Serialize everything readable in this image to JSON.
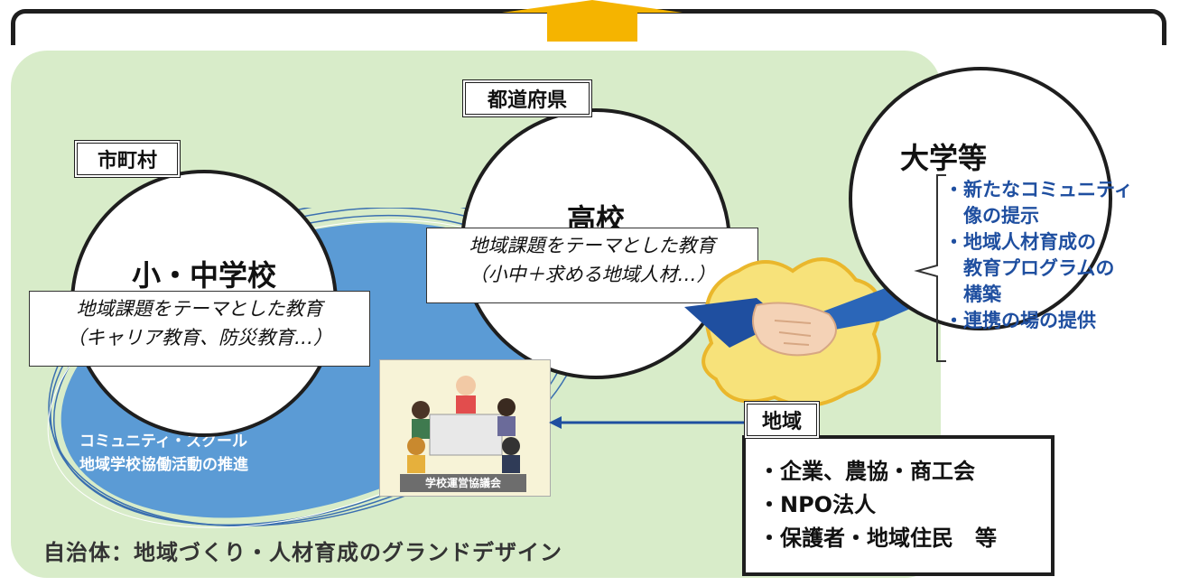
{
  "tags": {
    "municipality": "市町村",
    "prefecture": "都道府県",
    "region": "地域"
  },
  "elementary": {
    "title": "小・中学校",
    "desc_line1": "地域課題をテーマとした教育",
    "desc_line2": "（キャリア教育、防災教育…）"
  },
  "highschool": {
    "title": "高校",
    "desc_line1": "地域課題をテーマとした教育",
    "desc_line2": "（小中＋求める地域人材…）"
  },
  "university": {
    "title": "大学等",
    "items": [
      "・新たなコミュニティ",
      "　像の提示",
      "・地域人材育成の",
      "　教育プログラムの",
      "　構築",
      "・連携の場の提供"
    ]
  },
  "community_school": {
    "line1": "コミュニティ・スクール",
    "line2": "地域学校協働活動の推進"
  },
  "meeting_label": "学校運営協議会",
  "region_items": [
    "・企業、農協・商工会",
    "・NPO法人",
    "・保護者・地域住民　等"
  ],
  "caption": "自治体：地域づくり・人材育成のグランドデザイン",
  "colors": {
    "green_area": "#d8ecc9",
    "blue_ellipse": "#5b9bd5",
    "arrow": "#f5b400",
    "university_text": "#1f4fa0"
  }
}
